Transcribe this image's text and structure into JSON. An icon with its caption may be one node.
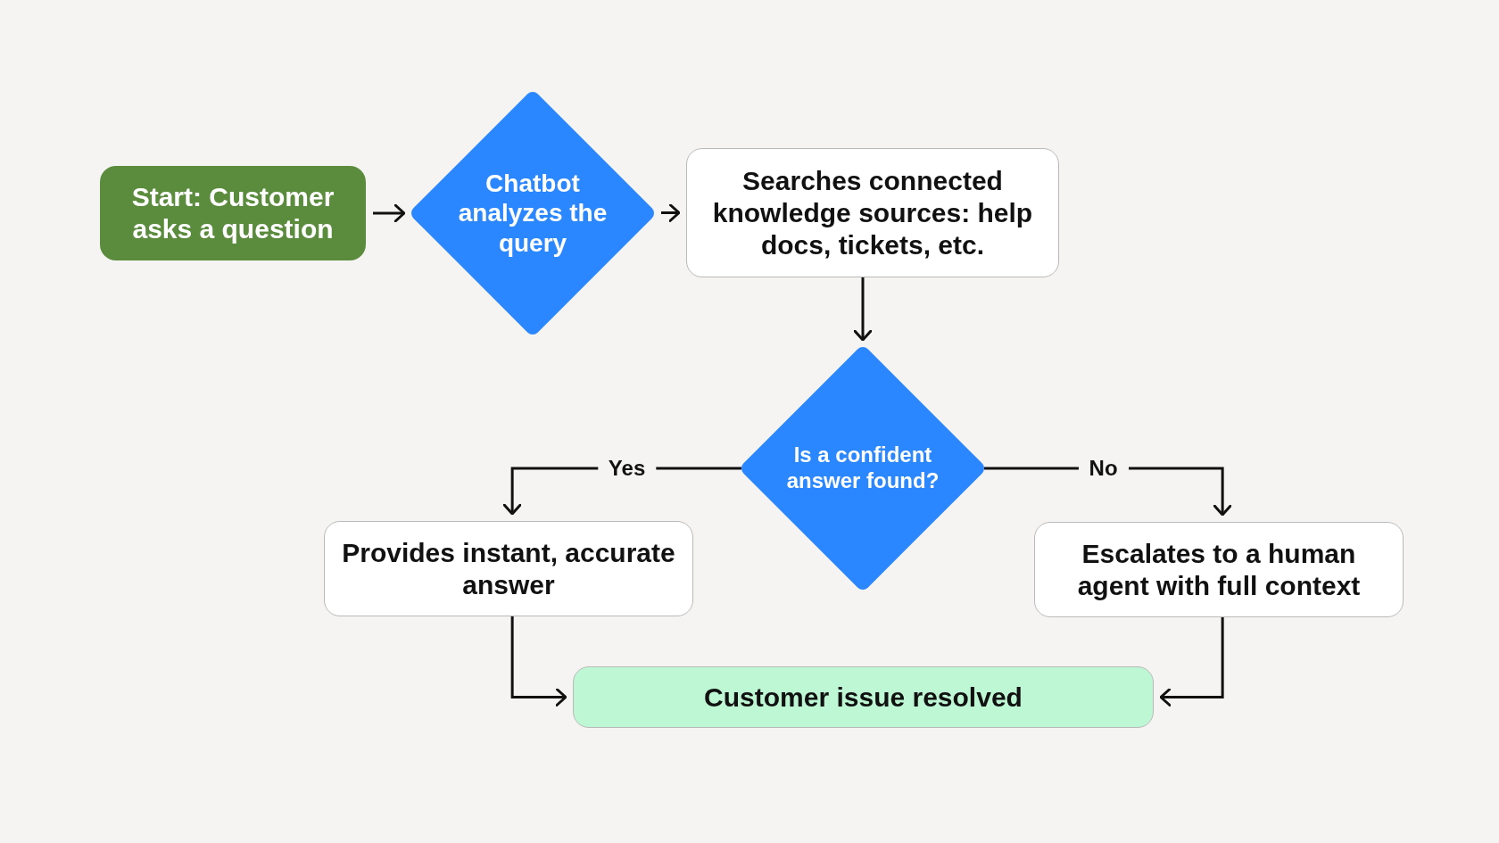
{
  "diagram": {
    "nodes": [
      {
        "text": [
          "Start: Customer asks a question"
        ]
      },
      {
        "text": [
          "Chatbot analyzes the query"
        ]
      },
      {
        "text": [
          "Searches connected knowledge sources: help docs, tickets, etc."
        ]
      },
      {
        "text": [
          "Is a confident answer found?"
        ]
      },
      {
        "text": [
          "Provides instant, accurate answer"
        ]
      },
      {
        "text": [
          "Escalates to a human agent with full context"
        ]
      },
      {
        "text": [
          "Customer issue resolved"
        ]
      }
    ],
    "edges": [
      {
        "from": 0,
        "to": 1,
        "arrow": "to"
      },
      {
        "from": 1,
        "to": 2,
        "arrow": "to"
      },
      {
        "from": 2,
        "to": 3,
        "arrow": "to"
      },
      {
        "from": 3,
        "to": 4,
        "arrow": "to",
        "label": "Yes"
      },
      {
        "from": 3,
        "to": 5,
        "arrow": "to",
        "label": "No"
      },
      {
        "from": 4,
        "to": 6,
        "arrow": "to"
      },
      {
        "from": 5,
        "to": 6,
        "arrow": "to"
      }
    ]
  }
}
